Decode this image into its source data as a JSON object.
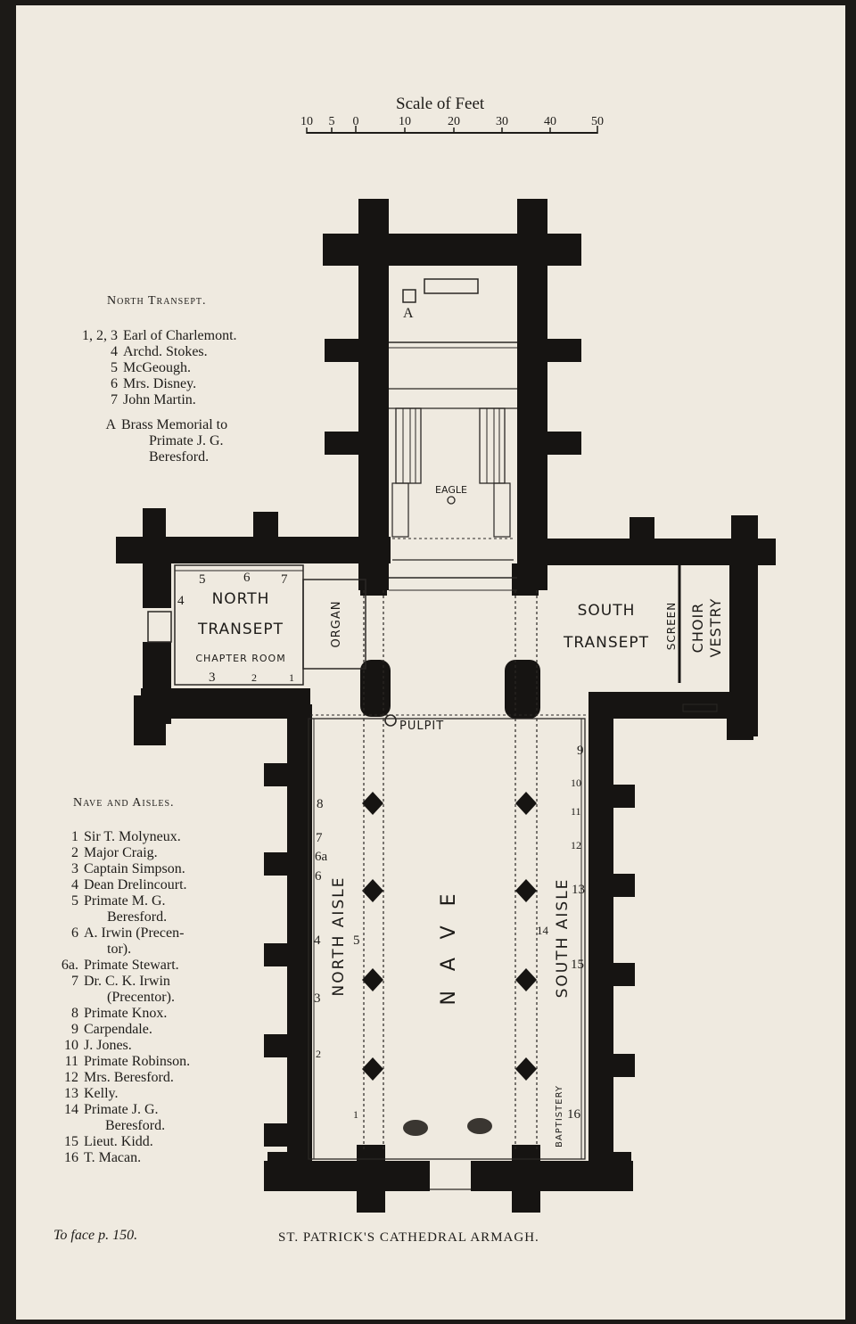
{
  "scale": {
    "title": "Scale of Feet",
    "ticks": [
      "10",
      "5",
      "0",
      "10",
      "20",
      "30",
      "40",
      "50"
    ]
  },
  "north_transept_key": {
    "heading": "North Transept.",
    "entries": [
      {
        "num": "1, 2, 3",
        "name": "Earl of Charlemont."
      },
      {
        "num": "4",
        "name": "Archd. Stokes."
      },
      {
        "num": "5",
        "name": "McGeough."
      },
      {
        "num": "6",
        "name": "Mrs. Disney."
      },
      {
        "num": "7",
        "name": "John Martin."
      }
    ],
    "memorial": {
      "letter": "A",
      "line1": "Brass Memorial  to",
      "line2": "Primate J. G.",
      "line3": "Beresford."
    }
  },
  "nave_key": {
    "heading": "Nave and Aisles.",
    "entries": [
      {
        "num": "1",
        "lines": [
          "Sir T. Molyneux."
        ]
      },
      {
        "num": "2",
        "lines": [
          "Major Craig."
        ]
      },
      {
        "num": "3",
        "lines": [
          "Captain Simpson."
        ]
      },
      {
        "num": "4",
        "lines": [
          "Dean Drelincourt."
        ]
      },
      {
        "num": "5",
        "lines": [
          "Primate M. G.",
          "Beresford."
        ]
      },
      {
        "num": "6",
        "lines": [
          "A. Irwin (Precen-",
          "tor)."
        ]
      },
      {
        "num": "6a.",
        "lines": [
          "Primate Stewart."
        ]
      },
      {
        "num": "7",
        "lines": [
          "Dr. C. K. Irwin",
          "(Precentor)."
        ]
      },
      {
        "num": "8",
        "lines": [
          "Primate Knox."
        ]
      },
      {
        "num": "9",
        "lines": [
          "Carpendale."
        ]
      },
      {
        "num": "10",
        "lines": [
          "J. Jones."
        ]
      },
      {
        "num": "11",
        "lines": [
          "Primate Robinson."
        ]
      },
      {
        "num": "12",
        "lines": [
          "Mrs. Beresford."
        ]
      },
      {
        "num": "13",
        "lines": [
          "Kelly."
        ]
      },
      {
        "num": "14",
        "lines": [
          "Primate J. G.",
          "Beresford."
        ]
      },
      {
        "num": "15",
        "lines": [
          "Lieut. Kidd."
        ]
      },
      {
        "num": "16",
        "lines": [
          "T. Macan."
        ]
      }
    ]
  },
  "plan_labels": {
    "a_marker": "A",
    "eagle": "EAGLE",
    "north_transept_1": "NORTH",
    "north_transept_2": "TRANSEPT",
    "chapter_room": "CHAPTER ROOM",
    "organ": "ORGAN",
    "south_transept_1": "SOUTH",
    "south_transept_2": "TRANSEPT",
    "screen": "SCREEN",
    "choir_vestry_1": "CHOIR",
    "choir_vestry_2": "VESTRY",
    "pulpit": "PULPIT",
    "north_aisle": "NORTH AISLE",
    "nave": "NAVE",
    "south_aisle": "SOUTH AISLE",
    "baptistery": "BAPTISTERY",
    "nt_numbers": {
      "n5": "5",
      "n6": "6",
      "n7": "7",
      "n4": "4",
      "n3": "3",
      "n2": "2",
      "n1": "1"
    },
    "aisle_numbers": {
      "n8": "8",
      "n7": "7",
      "n6a": "6a",
      "n6": "6",
      "n4": "4",
      "n5": "5",
      "n3": "3",
      "n2": "2",
      "n1": "1",
      "n9": "9",
      "n10": "10",
      "n11": "11",
      "n12": "12",
      "n13": "13",
      "n14": "14",
      "n15": "15",
      "n16": "16"
    }
  },
  "footer": {
    "page_ref": "To face p. 150.",
    "caption": "ST. PATRICK'S CATHEDRAL  ARMAGH."
  }
}
